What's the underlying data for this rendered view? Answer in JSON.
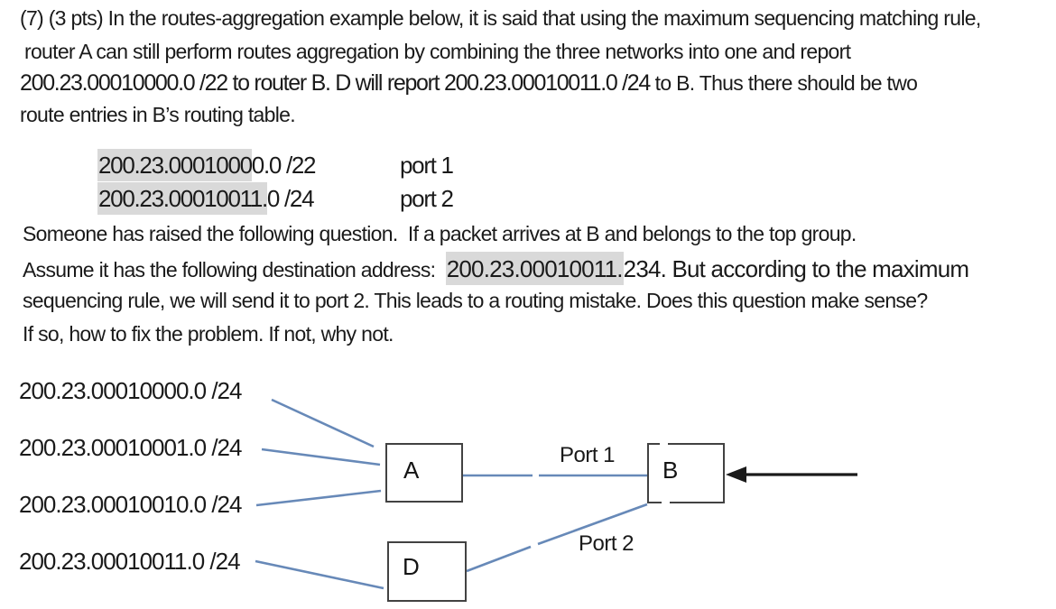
{
  "colors": {
    "highlight_gray": "#d9d9d9",
    "link_blue": "#6789b8",
    "arrow_black": "#1a1a1a",
    "box_border": "#424242",
    "text": "#1a1a1a"
  },
  "question": {
    "para1": {
      "line1": "(7) (3 pts) In the routes-aggregation example below, it is said that using the maximum sequencing matching rule,",
      "line2": "router A can still perform routes aggregation by combining the three networks into one and report",
      "line3_big": "200.23.00010000.0 /22 to router B. D will report 200.23.00010011.0 /24 ",
      "line3_rest": "to B. Thus there should be two",
      "line4": "route entries in B’s routing table."
    },
    "routing_table": {
      "rows": [
        {
          "prefix_highlighted": "200.23.0001000",
          "prefix_rest": "0.0 /22",
          "port": "port 1"
        },
        {
          "prefix_highlighted": "200.23.00010011.",
          "prefix_rest": "0 /24",
          "port": "port 2"
        }
      ]
    },
    "para2": {
      "line1": "Someone has raised the following question.  If a packet arrives at B and belongs to the top group.",
      "line2_pre": "Assume it has the following destination address:  ",
      "line2_highlighted": "200.23.00010011.",
      "line2_rest": "234. But according to the maximum",
      "line3": "sequencing rule, we will send it to port 2. This leads to a routing mistake. Does this question make sense?",
      "line4": "If so, how to fix the problem. If not, why not."
    }
  },
  "diagram": {
    "networks": [
      "200.23.00010000.0 /24",
      "200.23.00010001.0 /24",
      "200.23.00010010.0 /24",
      "200.23.00010011.0 /24"
    ],
    "routers": {
      "a": "A",
      "b": "B",
      "d": "D"
    },
    "ports": {
      "port1": "Port 1",
      "port2": "Port 2"
    }
  }
}
